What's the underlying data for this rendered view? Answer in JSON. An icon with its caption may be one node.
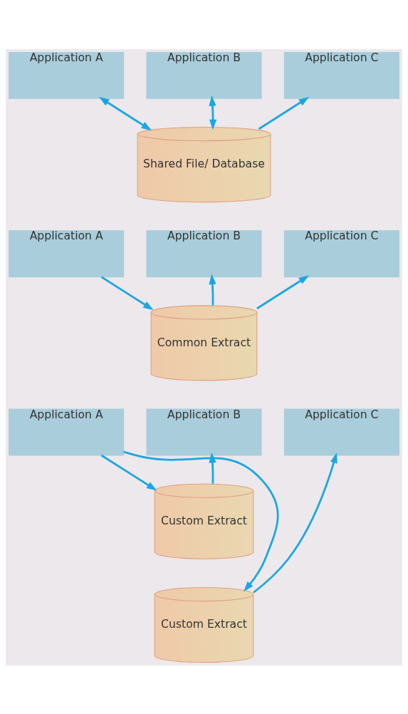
{
  "diagram": {
    "nodes": [
      {
        "text": [
          "Application A"
        ]
      },
      {
        "text": [
          "Application B"
        ]
      },
      {
        "text": [
          "Application C"
        ]
      },
      {
        "text": [
          "Shared File/ Database"
        ]
      },
      {
        "text": [
          "Application A"
        ]
      },
      {
        "text": [
          "Application B"
        ]
      },
      {
        "text": [
          "Application C"
        ]
      },
      {
        "text": [
          "Common Extract"
        ]
      },
      {
        "text": [
          "Application A"
        ]
      },
      {
        "text": [
          "Application B"
        ]
      },
      {
        "text": [
          "Application C"
        ]
      },
      {
        "text": [
          "Custom Extract"
        ]
      },
      {
        "text": [
          "Custom Extract"
        ]
      }
    ],
    "edges": [
      {
        "from": 3,
        "to": 0,
        "arrow": "both"
      },
      {
        "from": 1,
        "to": 3,
        "arrow": "both"
      },
      {
        "from": 3,
        "to": 2,
        "arrow": "to"
      },
      {
        "from": 4,
        "to": 7,
        "arrow": "to"
      },
      {
        "from": 7,
        "to": 5,
        "arrow": "to"
      },
      {
        "from": 7,
        "to": 6,
        "arrow": "to"
      },
      {
        "from": 8,
        "to": 11,
        "arrow": "to"
      },
      {
        "from": 8,
        "to": 12,
        "arrow": "to"
      },
      {
        "from": 11,
        "to": 9,
        "arrow": "to"
      },
      {
        "from": 12,
        "to": 10,
        "arrow": "to"
      }
    ]
  }
}
